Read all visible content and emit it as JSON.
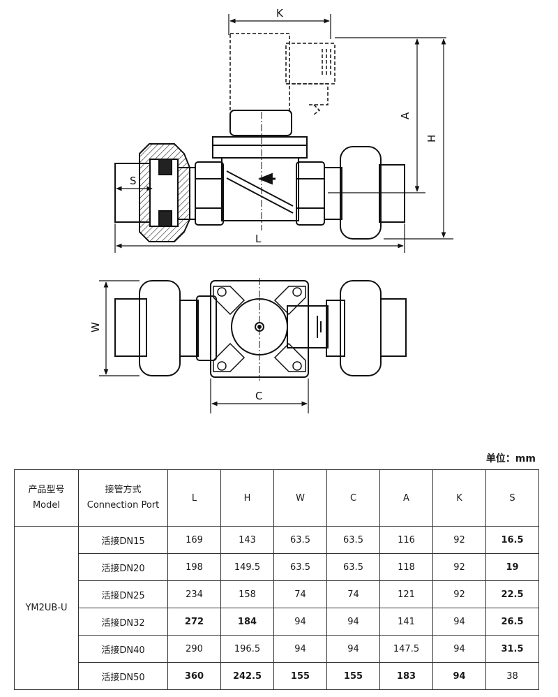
{
  "drawing": {
    "dims": {
      "K": "K",
      "A": "A",
      "H": "H",
      "S": "S",
      "L": "L",
      "W": "W",
      "C": "C"
    }
  },
  "unit": "单位：mm",
  "table": {
    "headers": {
      "model_cn": "产品型号",
      "model_en": "Model",
      "conn_cn": "接管方式",
      "conn_en": "Connection Port",
      "cols": [
        "L",
        "H",
        "W",
        "C",
        "A",
        "K",
        "S"
      ]
    },
    "model": "YM2UB-U",
    "rows": [
      {
        "conn": "活接DN15",
        "vals": [
          "169",
          "143",
          "63.5",
          "63.5",
          "116",
          "92",
          "16.5"
        ]
      },
      {
        "conn": "活接DN20",
        "vals": [
          "198",
          "149.5",
          "63.5",
          "63.5",
          "118",
          "92",
          "19"
        ]
      },
      {
        "conn": "活接DN25",
        "vals": [
          "234",
          "158",
          "74",
          "74",
          "121",
          "92",
          "22.5"
        ]
      },
      {
        "conn": "活接DN32",
        "vals": [
          "272",
          "184",
          "94",
          "94",
          "141",
          "94",
          "26.5"
        ]
      },
      {
        "conn": "活接DN40",
        "vals": [
          "290",
          "196.5",
          "94",
          "94",
          "147.5",
          "94",
          "31.5"
        ]
      },
      {
        "conn": "活接DN50",
        "vals": [
          "360",
          "242.5",
          "155",
          "155",
          "183",
          "94",
          "38"
        ]
      }
    ]
  }
}
